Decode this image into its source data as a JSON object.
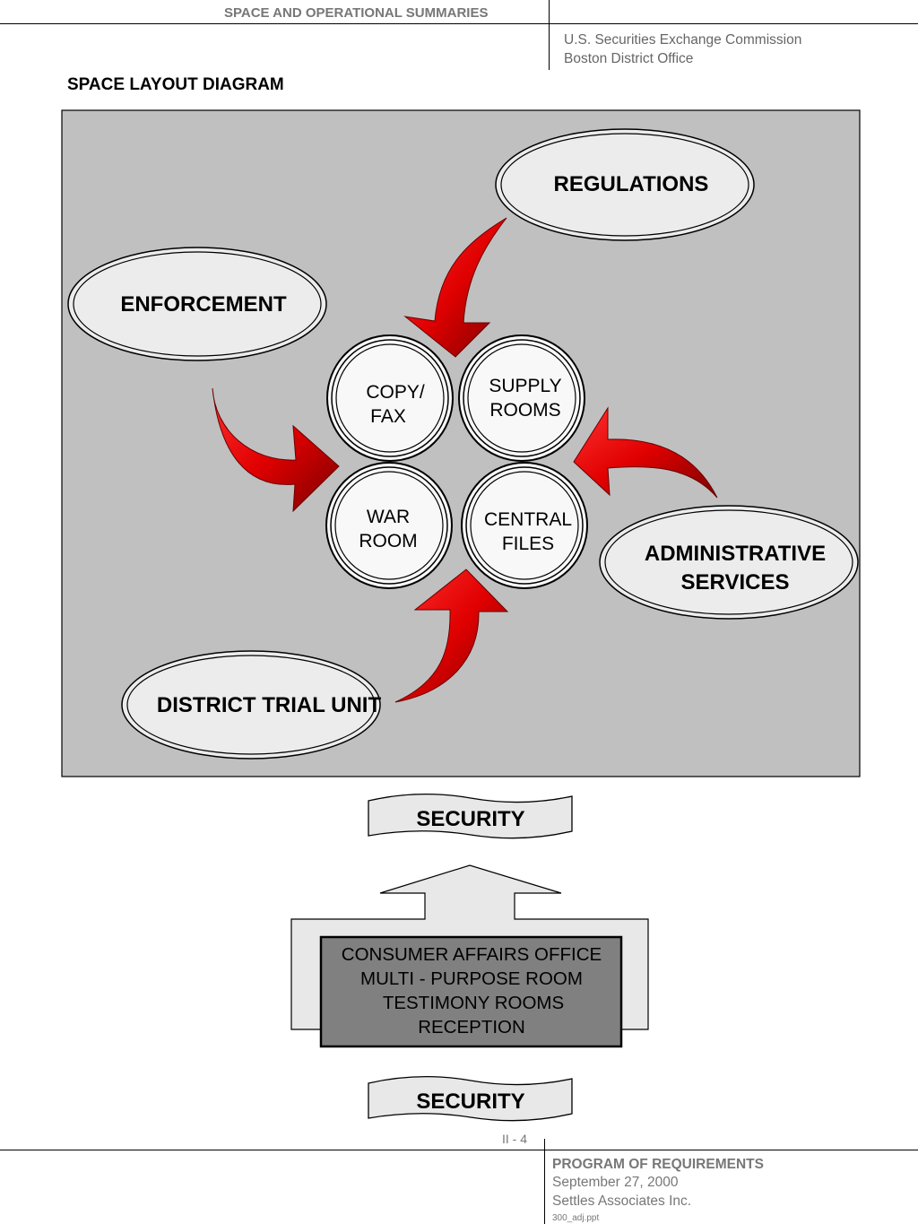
{
  "header": {
    "section_title": "SPACE AND OPERATIONAL SUMMARIES",
    "org_line1": "U.S. Securities Exchange Commission",
    "org_line2": "Boston District Office"
  },
  "diagram": {
    "title": "SPACE LAYOUT DIAGRAM",
    "departments": {
      "regulations": "REGULATIONS",
      "enforcement": "ENFORCEMENT",
      "administrative_line1": "ADMINISTRATIVE",
      "administrative_line2": "SERVICES",
      "district_trial_unit": "DISTRICT TRIAL UNIT"
    },
    "shared_spaces": {
      "copy_fax_line1": "COPY/",
      "copy_fax_line2": "FAX",
      "supply_line1": "SUPPLY",
      "supply_line2": "ROOMS",
      "war_line1": "WAR",
      "war_line2": "ROOM",
      "central_line1": "CENTRAL",
      "central_line2": "FILES"
    },
    "security_top": "SECURITY",
    "security_bottom": "SECURITY",
    "public_area": {
      "line1": "CONSUMER AFFAIRS OFFICE",
      "line2": "MULTI - PURPOSE ROOM",
      "line3": "TESTIMONY ROOMS",
      "line4": "RECEPTION"
    },
    "colors": {
      "panel": "#c0c0c0",
      "arrow": "#e00000",
      "oval_fill": "#ececec",
      "public_box": "#808080"
    }
  },
  "footer": {
    "page_number": "II - 4",
    "program": "PROGRAM OF REQUIREMENTS",
    "date": "September 27, 2000",
    "company": "Settles Associates Inc.",
    "file": "300_adj.ppt"
  }
}
